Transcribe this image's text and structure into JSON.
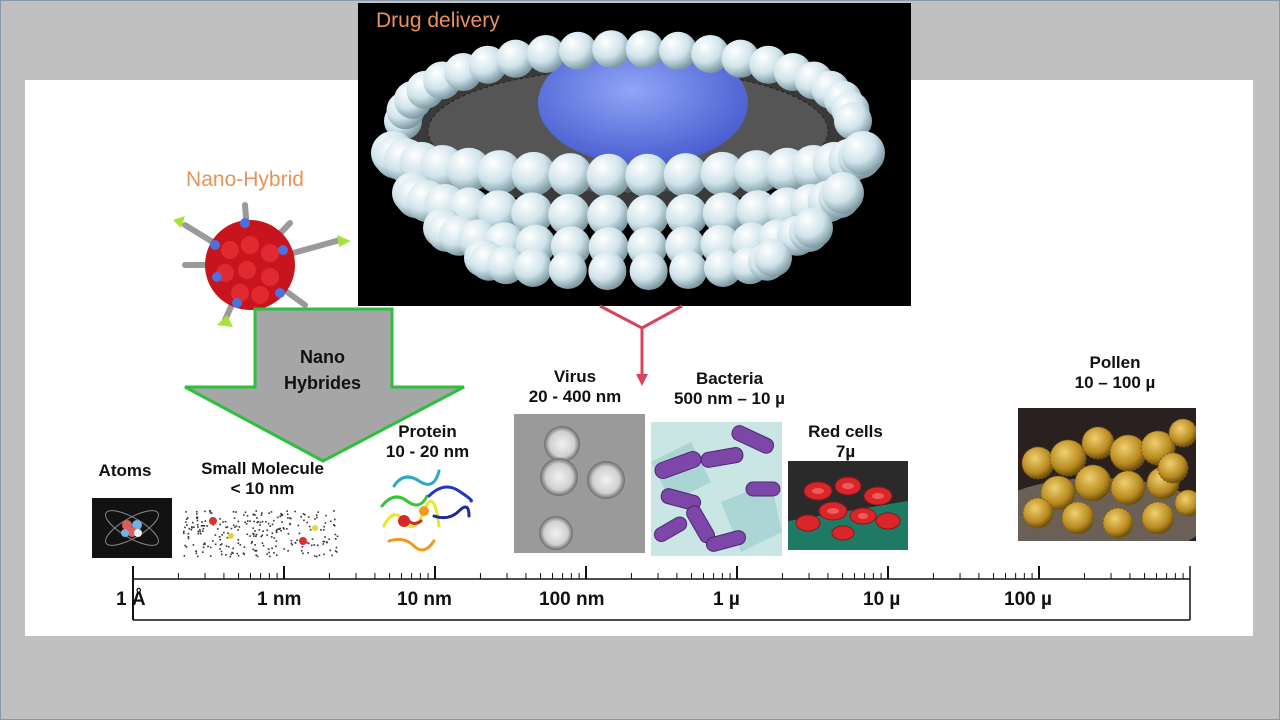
{
  "drug_delivery": {
    "title": "Drug delivery"
  },
  "nano_hybrid": {
    "title": "Nano-Hybrid"
  },
  "arrow_label": {
    "line1": "Nano",
    "line2": "Hybrides"
  },
  "items": {
    "atoms": {
      "name": "Atoms"
    },
    "small_molecule": {
      "name": "Small Molecule",
      "size": "< 10 nm"
    },
    "protein": {
      "name": "Protein",
      "size": "10 - 20 nm"
    },
    "virus": {
      "name": "Virus",
      "size": "20 - 400 nm"
    },
    "bacteria": {
      "name": "Bacteria",
      "size": "500 nm – 10 µ"
    },
    "red_cells": {
      "name": "Red cells",
      "size": "7µ"
    },
    "pollen": {
      "name": "Pollen",
      "size": "10 – 100 µ"
    }
  },
  "scale": {
    "ticks": [
      "1 Å",
      "1 nm",
      "10 nm",
      "100 nm",
      "1 µ",
      "10 µ",
      "100 µ"
    ]
  },
  "colors": {
    "arrow_fill": "#a6a6a6",
    "arrow_outline": "#2fbf3f",
    "pointer": "#d6455b",
    "title_orange": "#e9925a"
  }
}
